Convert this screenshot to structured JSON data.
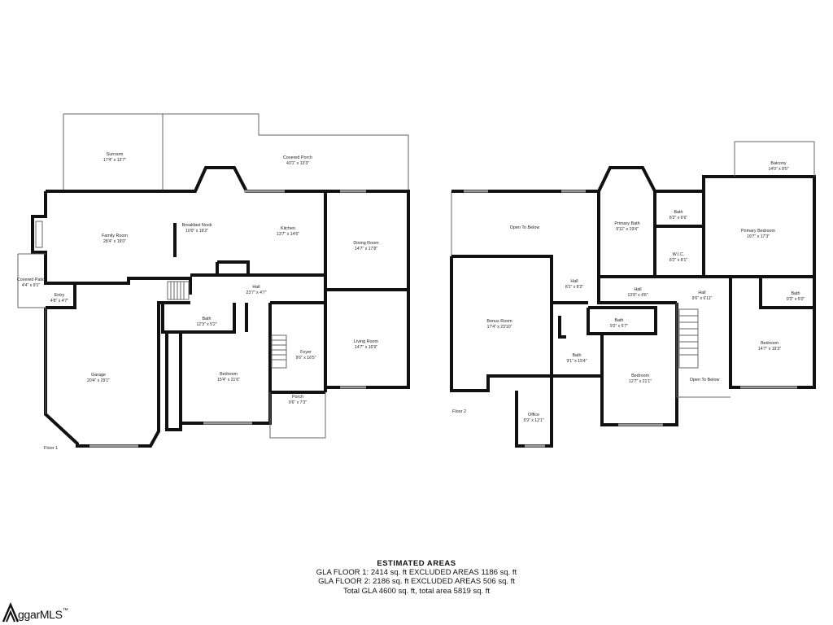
{
  "floors": [
    {
      "label": "Floor 1",
      "rooms": [
        {
          "id": "surroom",
          "name": "Surroom",
          "dims": "17'4\" x 13'7\""
        },
        {
          "id": "covered-porch",
          "name": "Covered Porch",
          "dims": "43'1\" x 13'3\""
        },
        {
          "id": "family-room",
          "name": "Family Room",
          "dims": "28'4\" x 19'0\""
        },
        {
          "id": "breakfast-nook",
          "name": "Breakfast Nook",
          "dims": "10'0\" x 19'2\""
        },
        {
          "id": "kitchen",
          "name": "Kitchen",
          "dims": "13'7\" x 14'6\""
        },
        {
          "id": "dining-room",
          "name": "Dining Room",
          "dims": "14'7\" x 17'8\""
        },
        {
          "id": "covered-patio",
          "name": "Covered Patio",
          "dims": "4'4\" x 9'1\""
        },
        {
          "id": "entry",
          "name": "Entry",
          "dims": "4'8\" x 4'7\""
        },
        {
          "id": "hall-1",
          "name": "Hall",
          "dims": "23'7\" x 4'7\""
        },
        {
          "id": "bath-1",
          "name": "Bath",
          "dims": "12'3\" x 5'2\""
        },
        {
          "id": "garage",
          "name": "Garage",
          "dims": "20'4\" x 29'1\""
        },
        {
          "id": "bedroom-1",
          "name": "Bedroom",
          "dims": "15'4\" x 21'6\""
        },
        {
          "id": "foyer",
          "name": "Foyer",
          "dims": "9'6\" x 16'5\""
        },
        {
          "id": "living-room",
          "name": "Living Room",
          "dims": "14'7\" x 16'9\""
        },
        {
          "id": "porch",
          "name": "Porch",
          "dims": "9'6\" x 7'3\""
        }
      ]
    },
    {
      "label": "Floor 2",
      "rooms": [
        {
          "id": "open-to-below-1",
          "name": "Open To Below",
          "dims": ""
        },
        {
          "id": "primary-bath",
          "name": "Primary Bath",
          "dims": "9'11\" x 19'4\""
        },
        {
          "id": "bath-2a",
          "name": "Bath",
          "dims": "8'2\" x 6'6\""
        },
        {
          "id": "balcony",
          "name": "Balcony",
          "dims": "14'0\" x 8'5\""
        },
        {
          "id": "primary-bedroom",
          "name": "Primary Bedroom",
          "dims": "19'7\" x 17'3\""
        },
        {
          "id": "wic",
          "name": "W.I.C.",
          "dims": "8'2\" x 8'1\""
        },
        {
          "id": "hall-2a",
          "name": "Hall",
          "dims": "8'1\" x 8'2\""
        },
        {
          "id": "hall-2b",
          "name": "Hall",
          "dims": "13'8\" x 4'6\""
        },
        {
          "id": "hall-2c",
          "name": "Hall",
          "dims": "9'6\" x 6'11\""
        },
        {
          "id": "bath-2b",
          "name": "Bath",
          "dims": "9'3\" x 5'0\""
        },
        {
          "id": "bonus-room",
          "name": "Bonus Room",
          "dims": "17'4\" x 23'10\""
        },
        {
          "id": "bath-2c",
          "name": "Bath",
          "dims": "9'2\" x 5'7\""
        },
        {
          "id": "bath-2d",
          "name": "Bath",
          "dims": "9'1\" x 15'4\""
        },
        {
          "id": "bedroom-2a",
          "name": "Bedroom",
          "dims": "14'7\" x 19'3\""
        },
        {
          "id": "bedroom-2b",
          "name": "Bedroom",
          "dims": "12'7\" x 21'1\""
        },
        {
          "id": "open-to-below-2",
          "name": "Open To Below",
          "dims": ""
        },
        {
          "id": "office",
          "name": "Office",
          "dims": "5'9\" x 12'1\""
        }
      ]
    }
  ],
  "areas": {
    "title": "ESTIMATED AREAS",
    "lines": [
      "GLA FLOOR 1: 2414 sq. ft EXCLUDED AREAS 1186 sq. ft",
      "GLA FLOOR 2: 2186 sq. ft EXCLUDED AREAS 506 sq. ft",
      "Total GLA 4600 sq. ft, total area 5819 sq. ft"
    ]
  },
  "logo": {
    "text": "ggarMLS",
    "trademark": "™"
  }
}
